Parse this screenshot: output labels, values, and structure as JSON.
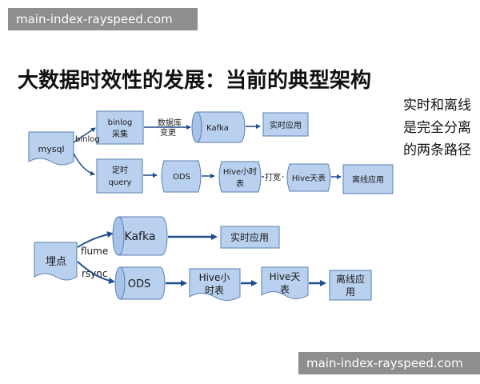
{
  "watermark": {
    "top": "main-index-rayspeed.com",
    "bottom": "main-index-rayspeed.com"
  },
  "title": "大数据时效性的发展：当前的典型架构",
  "note": [
    "实时和离线",
    "是完全分离",
    "的两条路径"
  ],
  "colors": {
    "node_fill": "#b9d0ee",
    "node_stroke": "#5a7fb3",
    "arrow": "#1f4e8c"
  },
  "diagram1": {
    "mysql": "mysql",
    "binlog_label": "binlog",
    "binlog_node": [
      "binlog",
      "采集"
    ],
    "db_change": [
      "数据库",
      "变更"
    ],
    "kafka": "Kafka",
    "realtime_app": "实时应用",
    "timed_query": [
      "定时",
      "query"
    ],
    "ods": "ODS",
    "hive_hour": [
      "Hive小时",
      "表"
    ],
    "dapang": "打宽",
    "hive_day": "Hive天表",
    "offline_app": "离线应用"
  },
  "diagram2": {
    "maidian": "埋点",
    "flume": "flume",
    "rsync": "rsync",
    "kafka": "Kafka",
    "realtime_app": "实时应用",
    "ods": "ODS",
    "hive_hour": [
      "Hive小",
      "时表"
    ],
    "hive_day": [
      "Hive天",
      "表"
    ],
    "offline_app": [
      "离线应",
      "用"
    ]
  }
}
